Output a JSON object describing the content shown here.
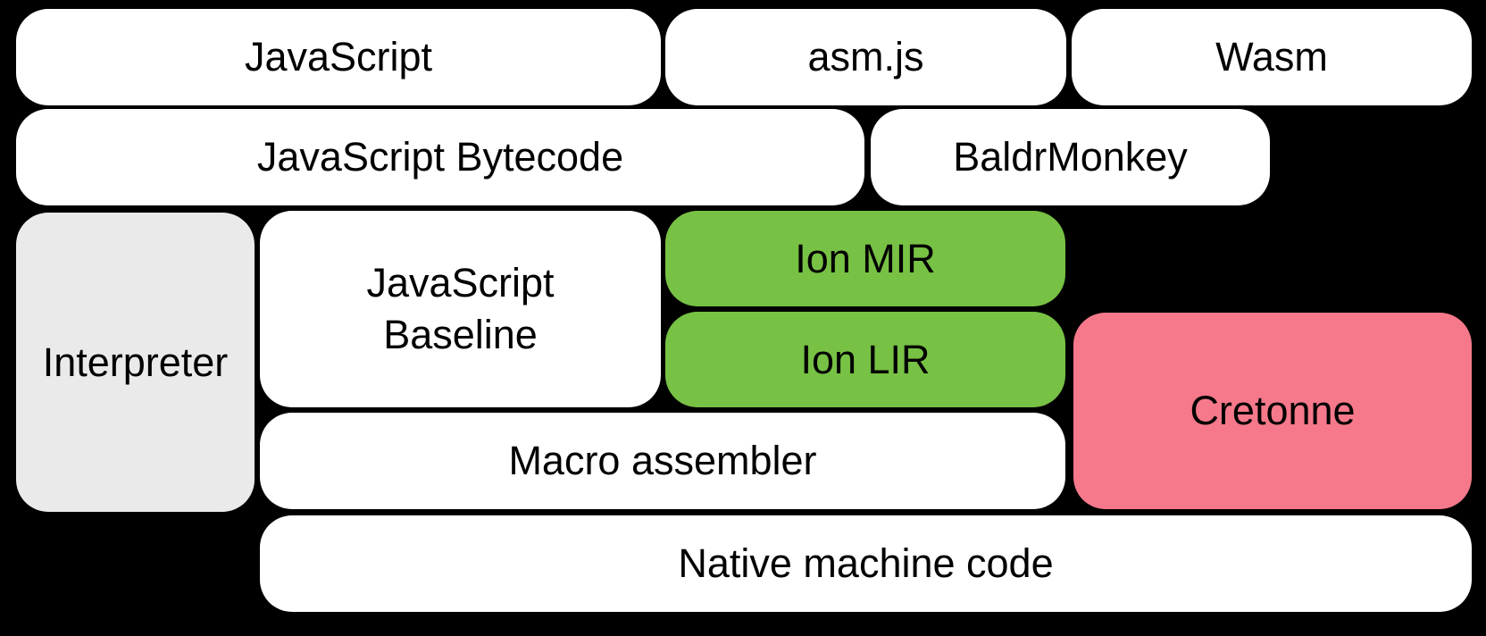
{
  "diagram": {
    "title": "SpiderMonkey compilation pipeline diagram",
    "background_color": "#000000",
    "text_color": "#000000",
    "colors": {
      "default_box": "#ffffff",
      "interpreter_box": "#eaeaea",
      "ion_box": "#77c144",
      "cretonne_box": "#f5798a"
    },
    "nodes": {
      "javascript": {
        "label": "JavaScript",
        "color": "#ffffff"
      },
      "asmjs": {
        "label": "asm.js",
        "color": "#ffffff"
      },
      "wasm": {
        "label": "Wasm",
        "color": "#ffffff"
      },
      "bytecode": {
        "label": "JavaScript Bytecode",
        "color": "#ffffff"
      },
      "baldrmonkey": {
        "label": "BaldrMonkey",
        "color": "#ffffff"
      },
      "interpreter": {
        "label": "Interpreter",
        "color": "#eaeaea"
      },
      "baseline": {
        "label": "JavaScript Baseline",
        "line1": "JavaScript",
        "line2": "Baseline",
        "color": "#ffffff"
      },
      "ion_mir": {
        "label": "Ion MIR",
        "color": "#77c144"
      },
      "ion_lir": {
        "label": "Ion LIR",
        "color": "#77c144"
      },
      "cretonne": {
        "label": "Cretonne",
        "color": "#f5798a"
      },
      "macro": {
        "label": "Macro assembler",
        "color": "#ffffff"
      },
      "native": {
        "label": "Native machine code",
        "color": "#ffffff"
      }
    }
  }
}
